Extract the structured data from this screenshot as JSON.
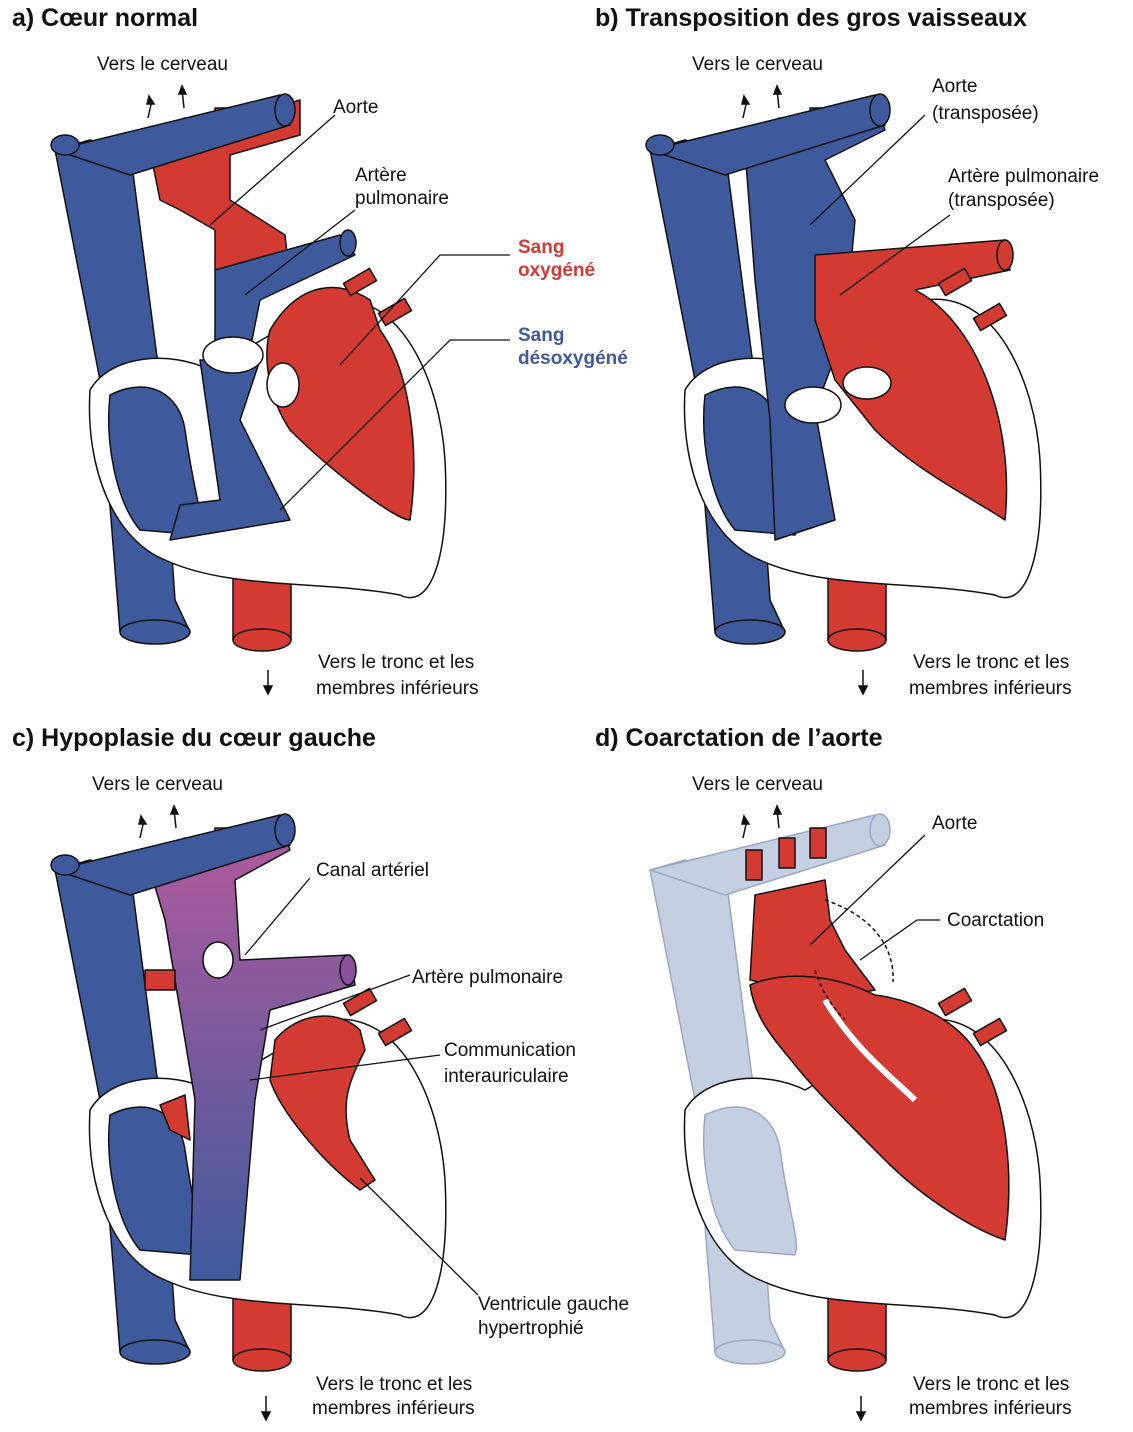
{
  "colors": {
    "oxygenated": "#d33b32",
    "deoxygenated": "#3f5a9c",
    "mixed": "#8a4f9e",
    "faded": "#c4cfe2",
    "outline": "#111111"
  },
  "legend": {
    "oxygenated": [
      "Sang",
      "oxygéné"
    ],
    "deoxygenated": [
      "Sang",
      "désoxygéné"
    ]
  },
  "panels": [
    {
      "title": "a)  Cœur normal",
      "brain": "Vers le cerveau",
      "trunk": [
        "Vers le tronc et les",
        "membres inférieurs"
      ],
      "labels": [
        "Aorte",
        "Artère",
        "pulmonaire"
      ]
    },
    {
      "title": "b)  Transposition des gros vaisseaux",
      "brain": "Vers le cerveau",
      "trunk": [
        "Vers le tronc et les",
        "membres inférieurs"
      ],
      "labels": [
        "Aorte",
        "(transposée)",
        "Artère pulmonaire",
        "(transposée)"
      ]
    },
    {
      "title": "c)  Hypoplasie du cœur gauche",
      "brain": "Vers le cerveau",
      "trunk": [
        "Vers le tronc et les",
        "membres inférieurs"
      ],
      "labels": [
        "Canal artériel",
        "Artère pulmonaire",
        "Communication",
        "interauriculaire",
        "Ventricule gauche",
        "hypertrophié"
      ]
    },
    {
      "title": "d)  Coarctation de l’aorte",
      "brain": "Vers le cerveau",
      "trunk": [
        "Vers le tronc et les",
        "membres inférieurs"
      ],
      "labels": [
        "Aorte",
        "Coarctation"
      ]
    }
  ]
}
